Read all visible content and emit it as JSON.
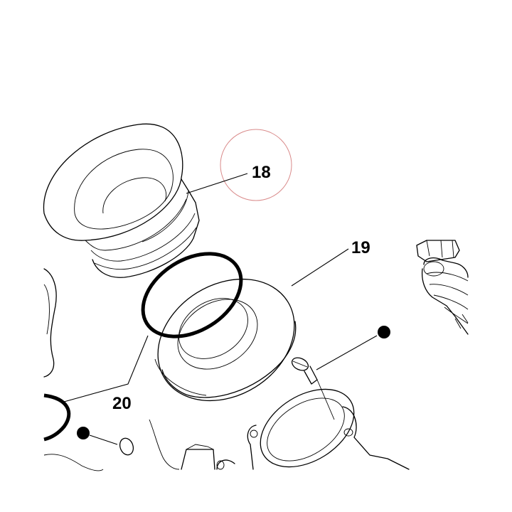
{
  "callouts": {
    "c18": "18",
    "c19": "19",
    "c20": "20"
  },
  "colors": {
    "line": "#000000",
    "background": "#ffffff",
    "highlight_circle": "#d98a8a"
  }
}
